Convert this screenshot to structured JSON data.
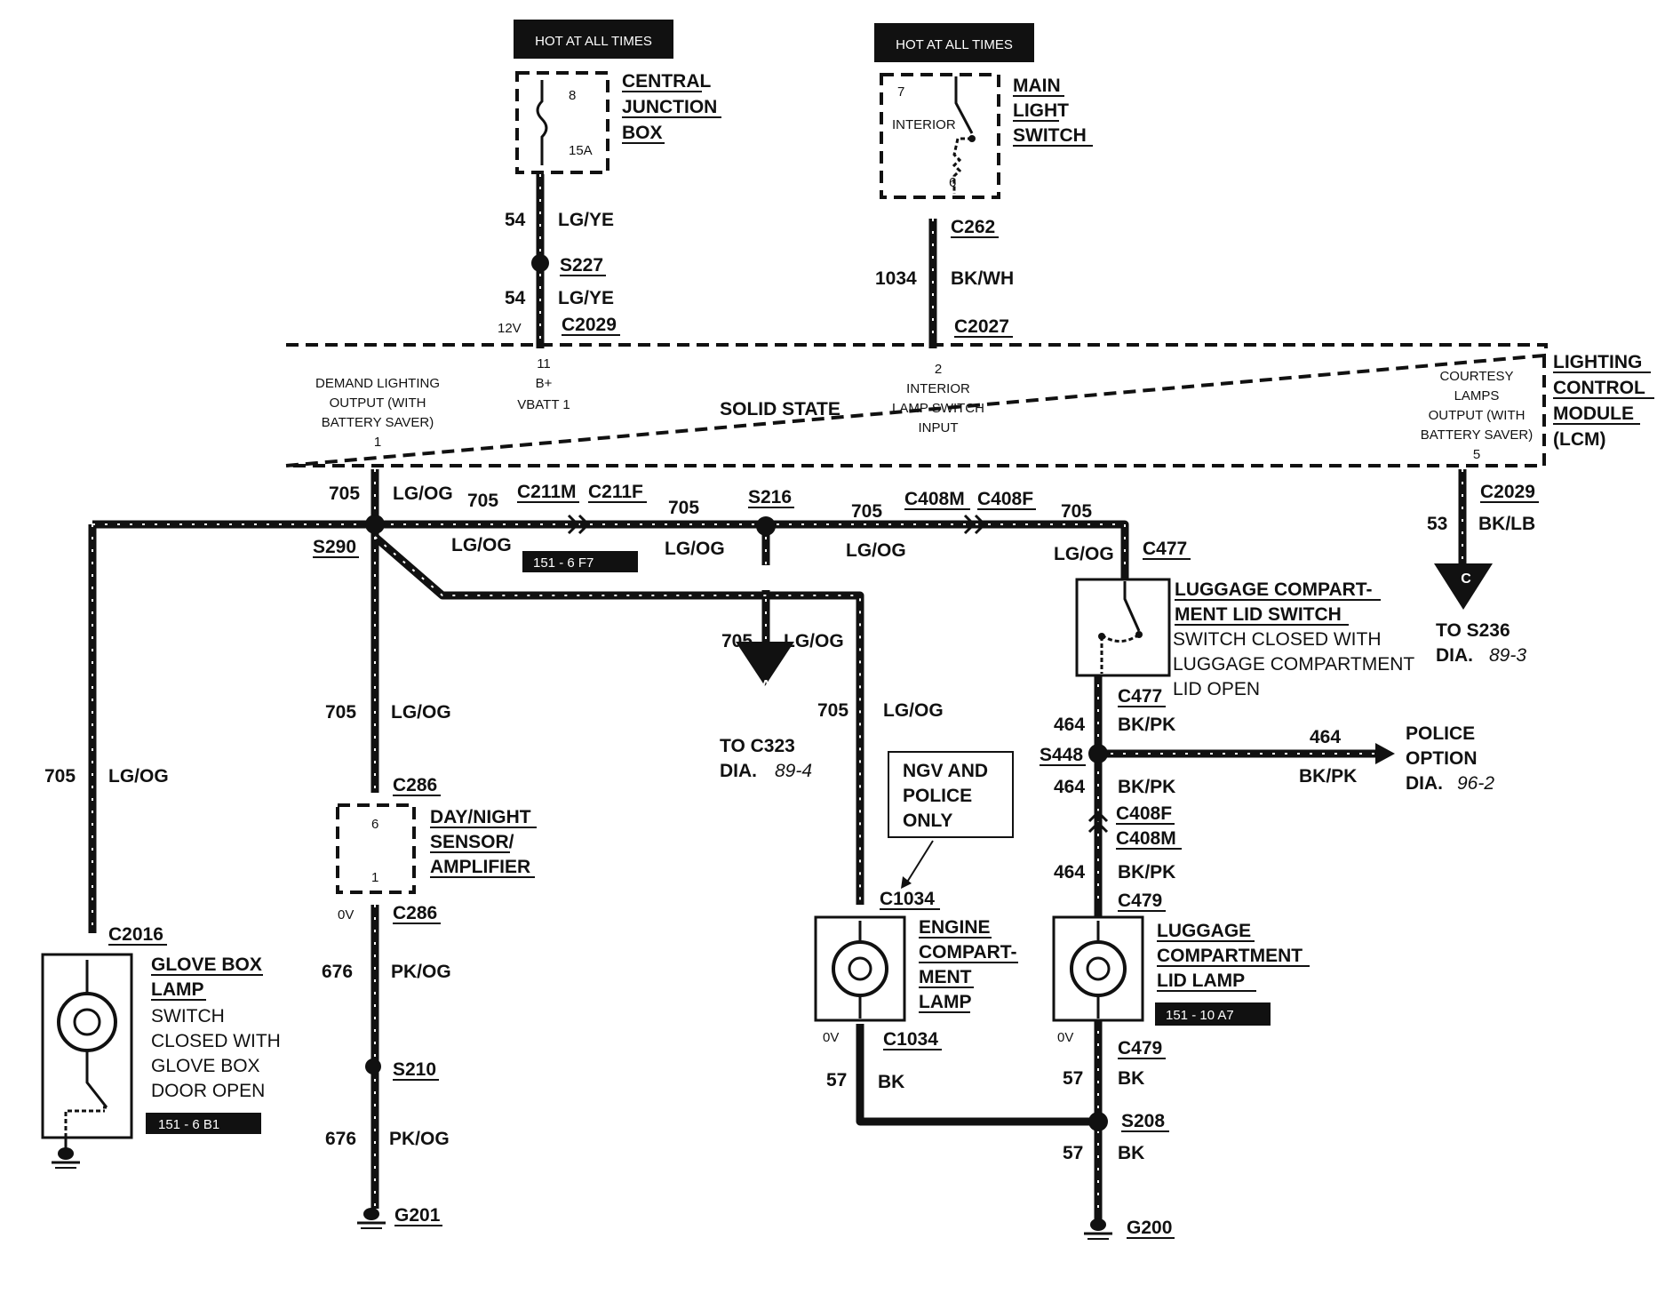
{
  "power": {
    "hot_left": "HOT AT ALL TIMES",
    "hot_right": "HOT AT ALL TIMES",
    "cjb_1": "CENTRAL",
    "cjb_2": "JUNCTION",
    "cjb_3": "BOX",
    "cjb_pin": "8",
    "cjb_fuse": "15A",
    "mls_1": "MAIN",
    "mls_2": "LIGHT",
    "mls_3": "SWITCH",
    "mls_pin7": "7",
    "mls_interior": "INTERIOR",
    "mls_pin6": "6"
  },
  "feed": {
    "c54a": "54",
    "col54a": "LG/YE",
    "s227": "S227",
    "c54b": "54",
    "col54b": "LG/YE",
    "v12": "12V",
    "c2029_top": "C2029",
    "c262": "C262",
    "c1034": "1034",
    "col1034": "BK/WH",
    "c2027": "C2027"
  },
  "lcm": {
    "title_1": "LIGHTING",
    "title_2": "CONTROL",
    "title_3": "MODULE",
    "title_4": "(LCM)",
    "solid_state": "SOLID STATE",
    "demand_1": "DEMAND LIGHTING",
    "demand_2": "OUTPUT (WITH",
    "demand_3": "BATTERY SAVER)",
    "demand_pin": "1",
    "bplus_pin": "11",
    "bplus": "B+",
    "vbatt": "VBATT 1",
    "int_pin": "2",
    "int_1": "INTERIOR",
    "int_2": "LAMP SWITCH",
    "int_3": "INPUT",
    "court_1": "COURTESY",
    "court_2": "LAMPS",
    "court_3": "OUTPUT (WITH",
    "court_4": "BATTERY SAVER)",
    "court_pin": "5"
  },
  "wires": {
    "w705a": "705",
    "lgog_a": "LG/OG",
    "s290": "S290",
    "w705b": "705",
    "c211m": "C211M",
    "c211f": "C211F",
    "lgog_b": "LG/OG",
    "ref_f7": "151 - 6  F7",
    "w705c": "705",
    "lgog_c": "LG/OG",
    "s216": "S216",
    "w705d": "705",
    "c408m_h": "C408M",
    "c408f_h": "C408F",
    "lgog_d": "LG/OG",
    "w705e": "705",
    "lgog_e": "LG/OG",
    "c477_top": "C477",
    "c2029_r": "C2029",
    "w53": "53",
    "bklb": "BK/LB",
    "conn_c": "C",
    "to_s236": "TO S236",
    "dia_s236": "DIA.",
    "dia_s236_num": "89-3",
    "w705_drop": "705",
    "lgog_drop": "LG/OG",
    "conn_a": "A",
    "to_c323": "TO C323",
    "dia_c323": "DIA.",
    "dia_c323_num": "89-4",
    "w705_mid": "705",
    "lgog_mid": "LG/OG",
    "w705_eng": "705",
    "lgog_eng": "LG/OG",
    "w705_gb": "705",
    "lgog_gb": "LG/OG"
  },
  "sensor": {
    "c286_top": "C286",
    "name_1": "DAY/NIGHT",
    "name_2": "SENSOR/",
    "name_3": "AMPLIFIER",
    "pin6": "6",
    "pin1": "1",
    "ov": "0V",
    "c286_bot": "C286",
    "w676a": "676",
    "pkog_a": "PK/OG",
    "s210": "S210",
    "w676b": "676",
    "pkog_b": "PK/OG",
    "g201": "G201"
  },
  "glovebox": {
    "c2016": "C2016",
    "name_1": "GLOVE BOX",
    "name_2": "LAMP",
    "desc_1": "SWITCH",
    "desc_2": "CLOSED WITH",
    "desc_3": "GLOVE BOX",
    "desc_4": "DOOR OPEN",
    "ref": "151 - 6  B1"
  },
  "engine": {
    "ngv_1": "NGV AND",
    "ngv_2": "POLICE",
    "ngv_3": "ONLY",
    "c1034_top": "C1034",
    "name_1": "ENGINE",
    "name_2": "COMPART-",
    "name_3": "MENT",
    "name_4": "LAMP",
    "ov": "0V",
    "c1034_bot": "C1034",
    "w57": "57",
    "bk": "BK"
  },
  "luggage": {
    "sw_1": "LUGGAGE COMPART-",
    "sw_2": "MENT LID SWITCH",
    "sw_3": "SWITCH CLOSED WITH",
    "sw_4": "LUGGAGE COMPARTMENT",
    "sw_5": "LID OPEN",
    "c477_bot": "C477",
    "w464a": "464",
    "bkpk_a": "BK/PK",
    "s448": "S448",
    "w464p": "464",
    "bkpk_p": "BK/PK",
    "police_1": "POLICE",
    "police_2": "OPTION",
    "police_3": "DIA.",
    "police_num": "96-2",
    "w464b": "464",
    "bkpk_b": "BK/PK",
    "c408f": "C408F",
    "c408m": "C408M",
    "w464c": "464",
    "bkpk_c": "BK/PK",
    "c479_top": "C479",
    "lamp_1": "LUGGAGE",
    "lamp_2": "COMPARTMENT",
    "lamp_3": "LID LAMP",
    "ref": "151 - 10  A7",
    "ov": "0V",
    "c479_bot": "C479",
    "w57a": "57",
    "bk_a": "BK",
    "s208": "S208",
    "w57b": "57",
    "bk_b": "BK",
    "g200": "G200"
  }
}
